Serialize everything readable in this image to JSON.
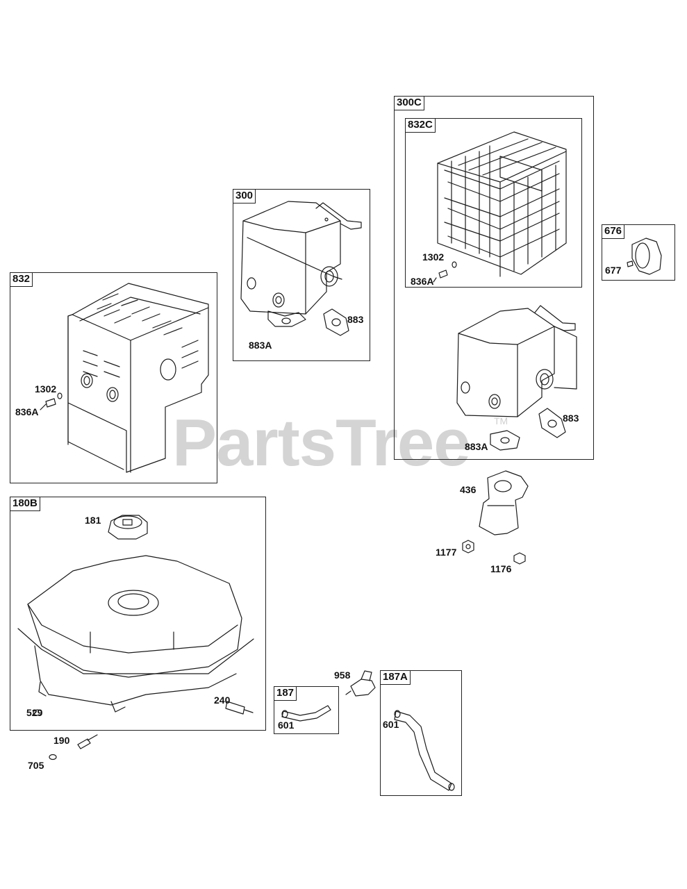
{
  "watermark": {
    "brand": "PartsTree",
    "trademark": "TM"
  },
  "groups": {
    "g832": "832",
    "g300": "300",
    "g300C": "300C",
    "g832C": "832C",
    "g676": "676",
    "g180B": "180B",
    "g187": "187",
    "g187A": "187A"
  },
  "parts": {
    "p1302_a": "1302",
    "p836A_a": "836A",
    "p883_a": "883",
    "p883A_a": "883A",
    "p1302_b": "1302",
    "p836A_b": "836A",
    "p883_b": "883",
    "p883A_b": "883A",
    "p677": "677",
    "p436": "436",
    "p1177": "1177",
    "p1176": "1176",
    "p181": "181",
    "p240": "240",
    "p529": "529",
    "p190": "190",
    "p705": "705",
    "p958": "958",
    "p601_a": "601",
    "p601_b": "601"
  }
}
